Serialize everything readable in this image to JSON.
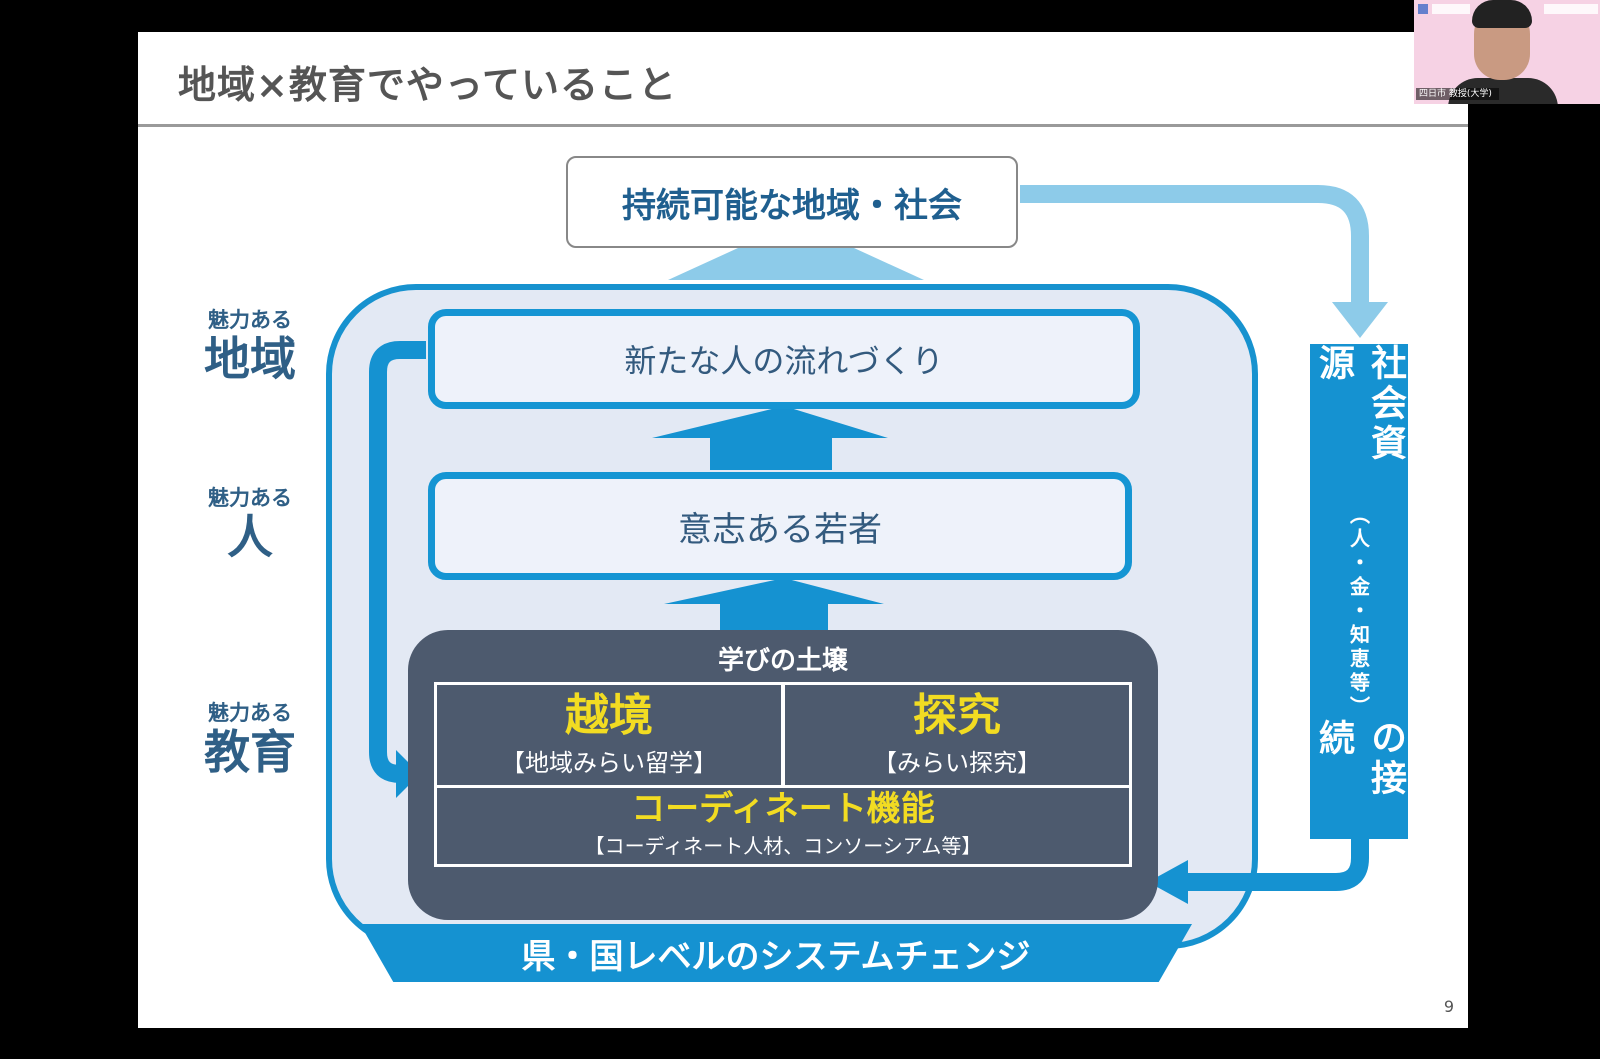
{
  "slide": {
    "title": "地域×教育でやっていること",
    "page_number": "9"
  },
  "side_labels": [
    {
      "small": "魅力ある",
      "big": "地域"
    },
    {
      "small": "魅力ある",
      "big": "人"
    },
    {
      "small": "魅力ある",
      "big": "教育"
    }
  ],
  "goal_box": "持続可能な地域・社会",
  "flow_box": "新たな人の流れづくり",
  "youth_box": "意志ある若者",
  "soil": {
    "title": "学びの土壌",
    "left_main": "越境",
    "left_sub": "【地域みらい留学】",
    "right_main": "探究",
    "right_sub": "【みらい探究】",
    "bottom_main": "コーディネート機能",
    "bottom_sub": "【コーディネート人材、コンソーシアム等】"
  },
  "side_bar": {
    "main_top": "社会資源",
    "small": "（人・金・知恵等）",
    "main_bottom": "の接続"
  },
  "base_bar": "県・国レベルのシステムチェンジ",
  "colors": {
    "accent_blue": "#1592d1",
    "light_blue": "#8dcbe9",
    "dark_slate": "#4d5a6e",
    "highlight_yellow": "#f2dc22"
  },
  "webcam": {
    "name_tag": "四日市 教授(大学)"
  }
}
